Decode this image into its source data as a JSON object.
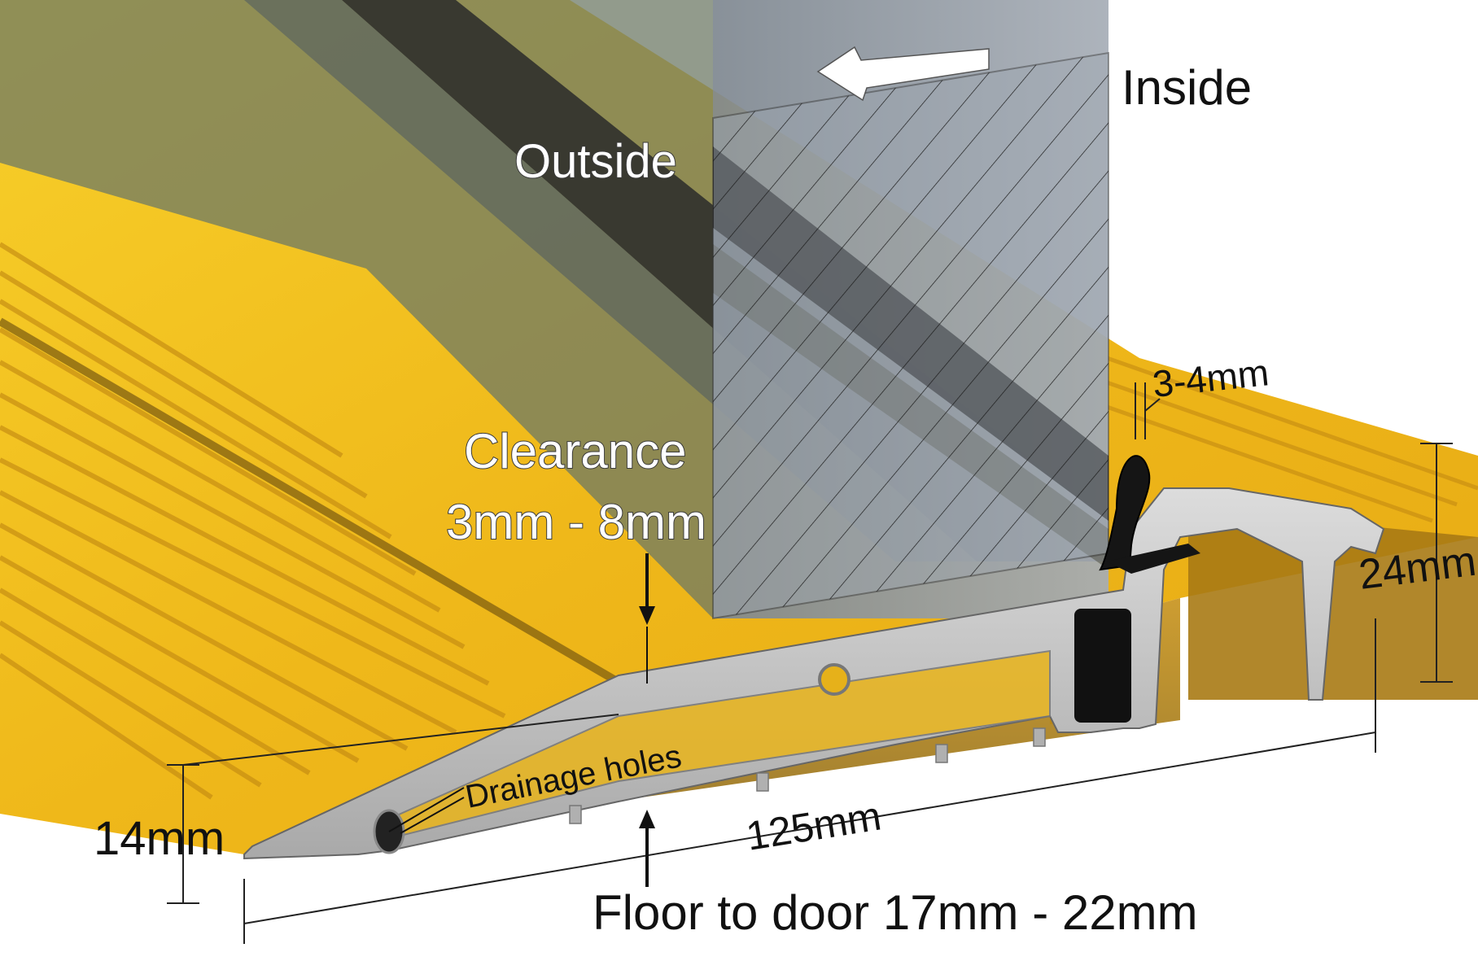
{
  "labels": {
    "inside": "Inside",
    "outside": "Outside",
    "clearance_line1": "Clearance",
    "clearance_line2": "3mm - 8mm",
    "gap": "3-4mm",
    "height_right": "24mm",
    "height_left": "14mm",
    "drainage": "Drainage holes",
    "width": "125mm",
    "floor_to_door": "Floor to door 17mm - 22mm"
  },
  "colors": {
    "gold": "#f2c21a",
    "gold_dark": "#b8860b",
    "aluminium": "#c9c9c9",
    "door_glass": "#8a93a0",
    "seal": "#1a1a1a"
  }
}
